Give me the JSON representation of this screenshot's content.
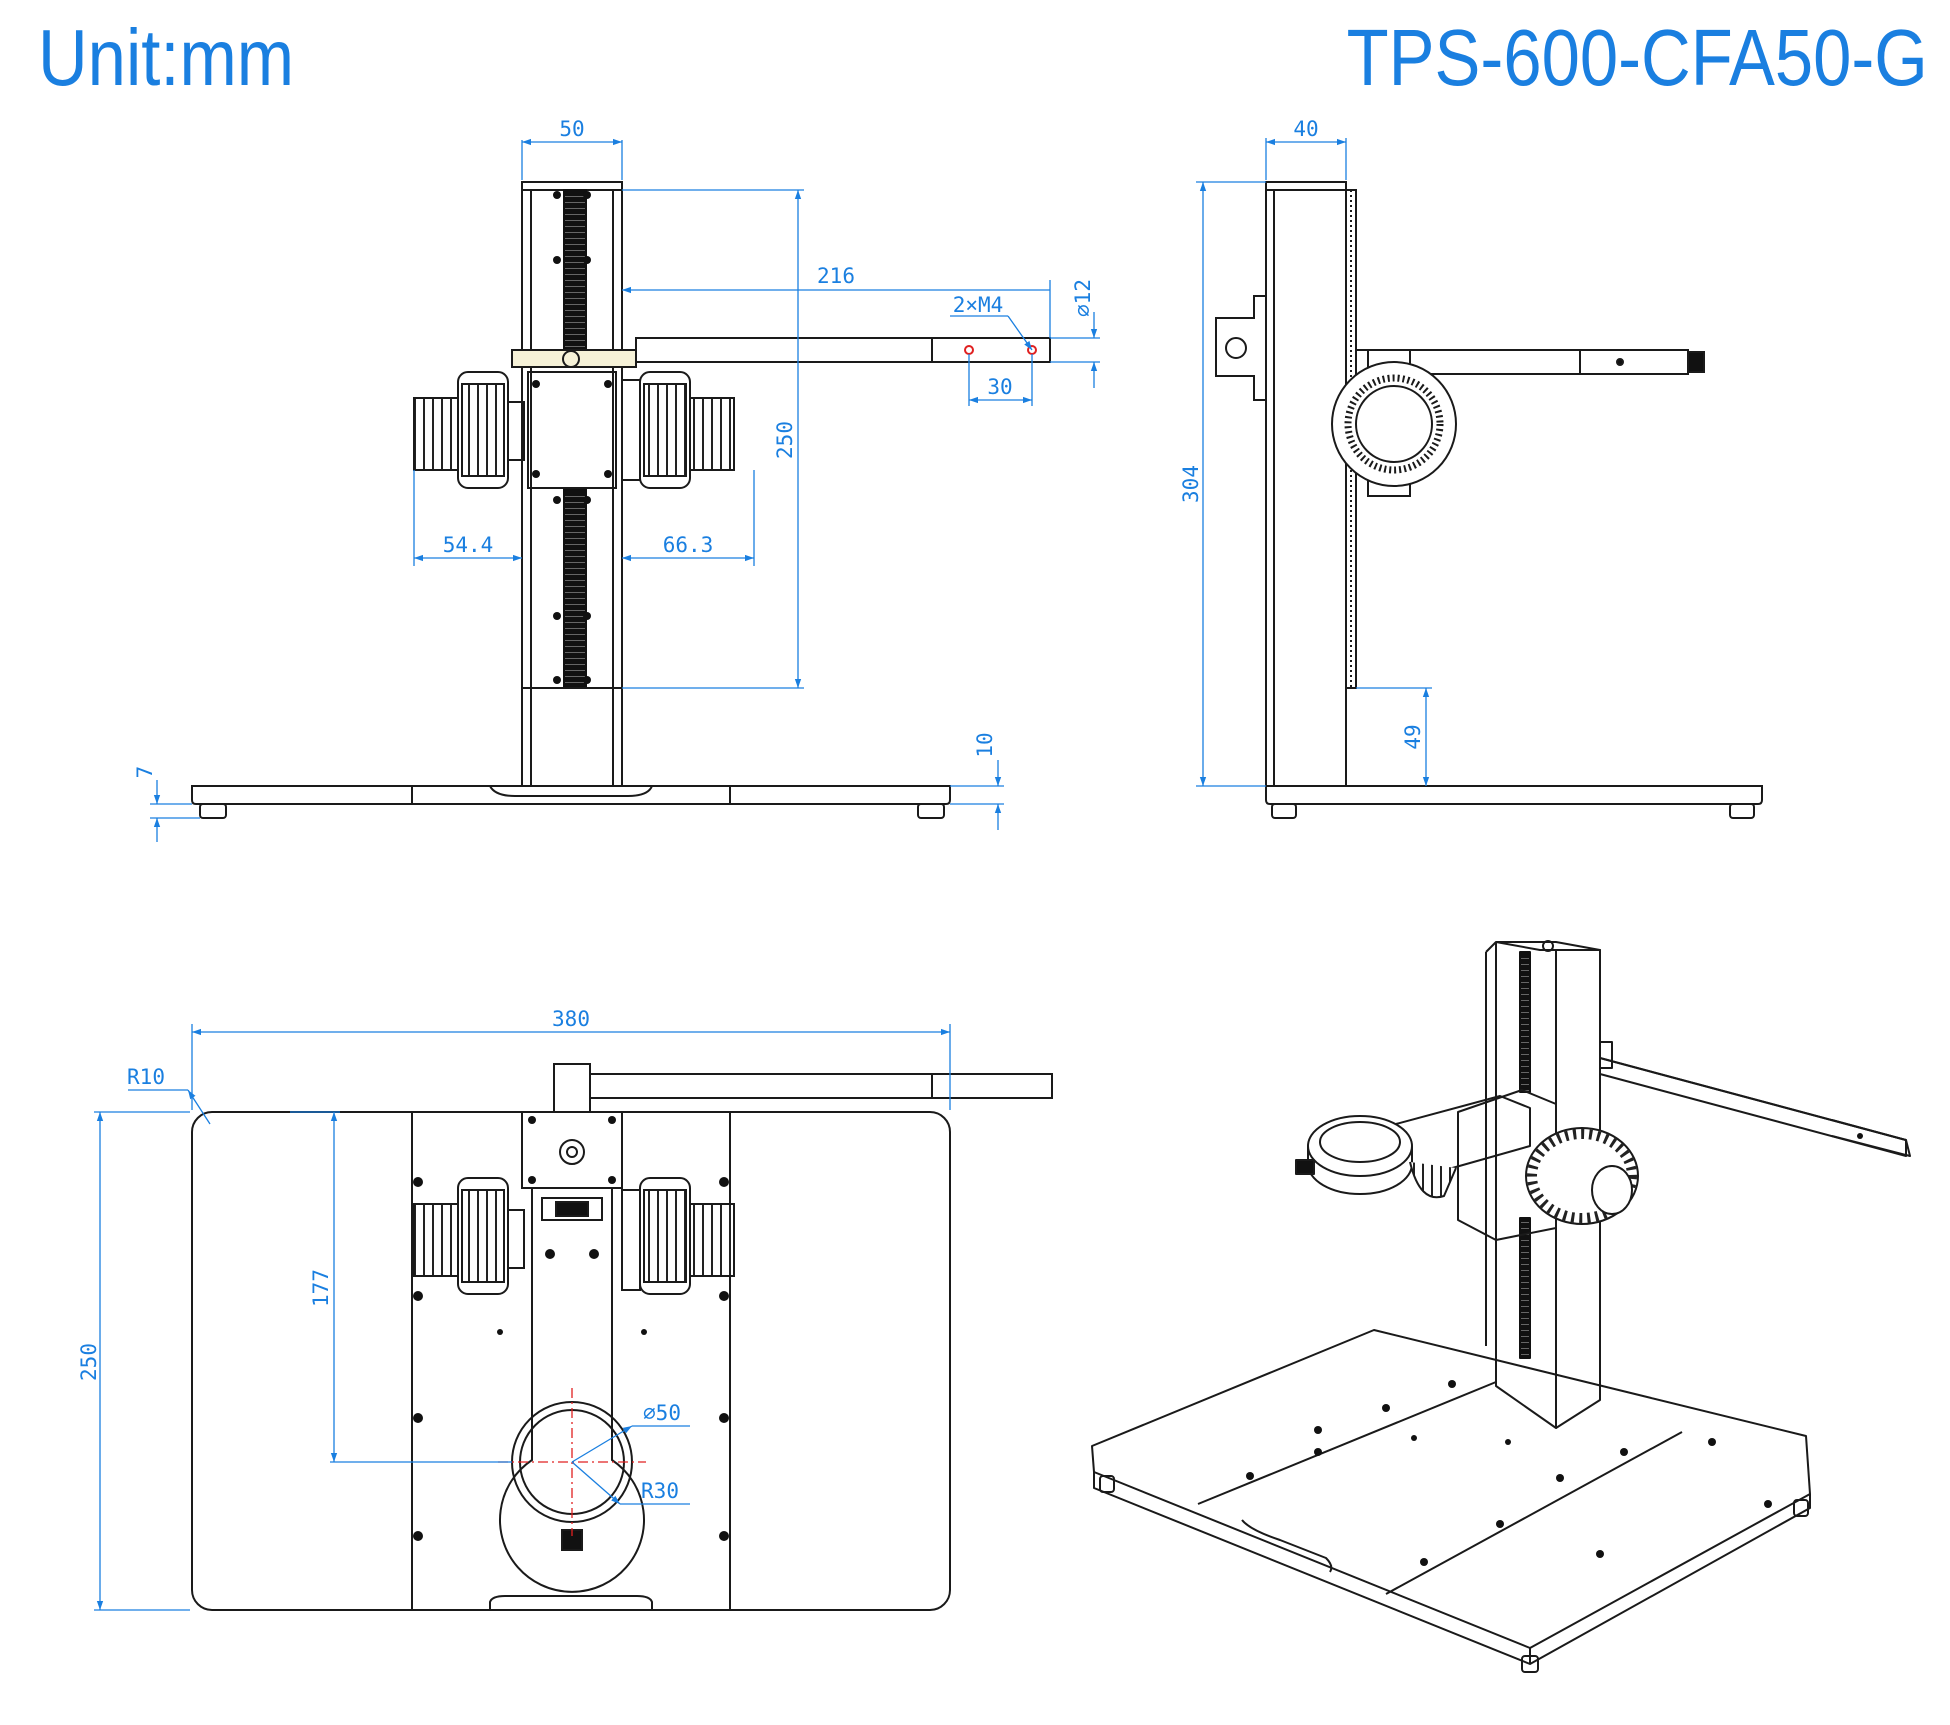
{
  "header": {
    "unit": "Unit:mm",
    "model": "TPS-600-CFA50-G"
  },
  "colors": {
    "dimension": "#1a7fe0",
    "outline": "#1a1a1a",
    "centerline": "#e02020",
    "knob": "#2a2a2a"
  },
  "dimensions": {
    "front": {
      "column_width": "50",
      "arm_length": "216",
      "hole_spec": "2×M4",
      "arm_diameter": "⌀12",
      "hole_spacing": "30",
      "column_height": "250",
      "left_knob": "54.4",
      "right_knob": "66.3",
      "base_thickness": "10",
      "foot_height": "7"
    },
    "side": {
      "column_depth": "40",
      "overall_height": "304",
      "rail_offset": "49"
    },
    "top": {
      "base_width": "380",
      "corner_radius": "R10",
      "base_depth": "250",
      "hole_offset": "177",
      "hole_diameter": "⌀50",
      "ring_radius": "R30"
    }
  }
}
